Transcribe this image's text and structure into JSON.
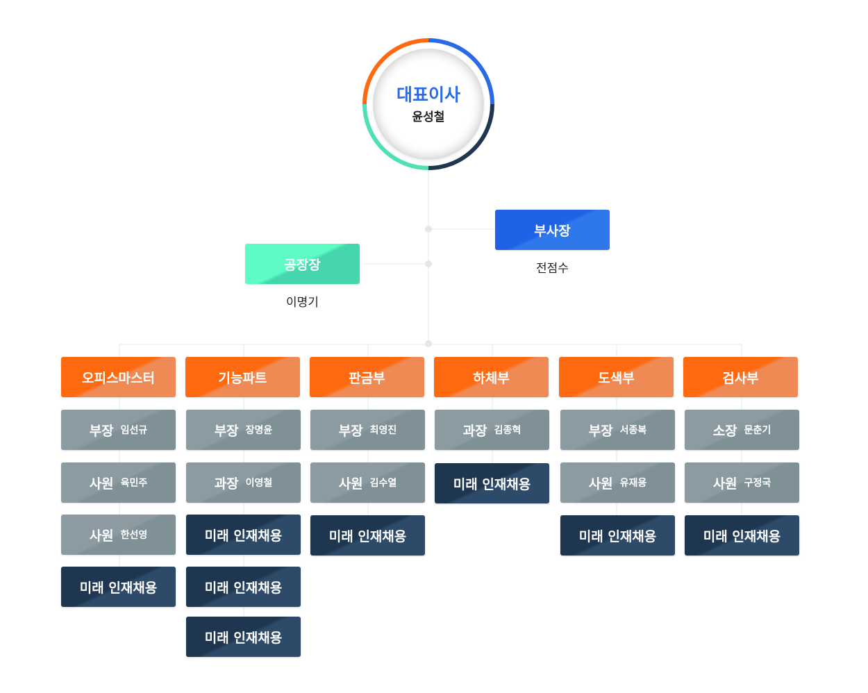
{
  "ceo": {
    "title": "대표이사",
    "name": "윤성철"
  },
  "vice_president": {
    "title": "부사장",
    "name": "전점수"
  },
  "factory_manager": {
    "title": "공장장",
    "name": "이명기"
  },
  "colors": {
    "orange": "#ff6a10",
    "blue": "#2a6ae6",
    "teal": "#4fe0b5",
    "navy": "#1e3650",
    "gray": "#8b9ba1"
  },
  "departments": [
    {
      "name": "오피스마스터",
      "members": [
        {
          "type": "member",
          "rank": "부장",
          "name": "임선규"
        },
        {
          "type": "member",
          "rank": "사원",
          "name": "육민주"
        },
        {
          "type": "member",
          "rank": "사원",
          "name": "한선영"
        },
        {
          "type": "hire",
          "label": "미래 인재채용"
        }
      ]
    },
    {
      "name": "기능파트",
      "members": [
        {
          "type": "member",
          "rank": "부장",
          "name": "장명윤"
        },
        {
          "type": "member",
          "rank": "과장",
          "name": "이영철"
        },
        {
          "type": "hire",
          "label": "미래 인재채용"
        },
        {
          "type": "hire",
          "label": "미래 인재채용"
        },
        {
          "type": "hire",
          "label": "미래 인재채용"
        }
      ]
    },
    {
      "name": "판금부",
      "members": [
        {
          "type": "member",
          "rank": "부장",
          "name": "최영진"
        },
        {
          "type": "member",
          "rank": "사원",
          "name": "김수열"
        },
        {
          "type": "hire",
          "label": "미래 인재채용"
        }
      ]
    },
    {
      "name": "하체부",
      "members": [
        {
          "type": "member",
          "rank": "과장",
          "name": "김종혁"
        },
        {
          "type": "hire",
          "label": "미래 인재채용"
        }
      ]
    },
    {
      "name": "도색부",
      "members": [
        {
          "type": "member",
          "rank": "부장",
          "name": "서종복"
        },
        {
          "type": "member",
          "rank": "사원",
          "name": "유재용"
        },
        {
          "type": "hire",
          "label": "미래 인재채용"
        }
      ]
    },
    {
      "name": "검사부",
      "members": [
        {
          "type": "member",
          "rank": "소장",
          "name": "문춘기"
        },
        {
          "type": "member",
          "rank": "사원",
          "name": "구정국"
        },
        {
          "type": "hire",
          "label": "미래 인재채용"
        }
      ]
    }
  ]
}
